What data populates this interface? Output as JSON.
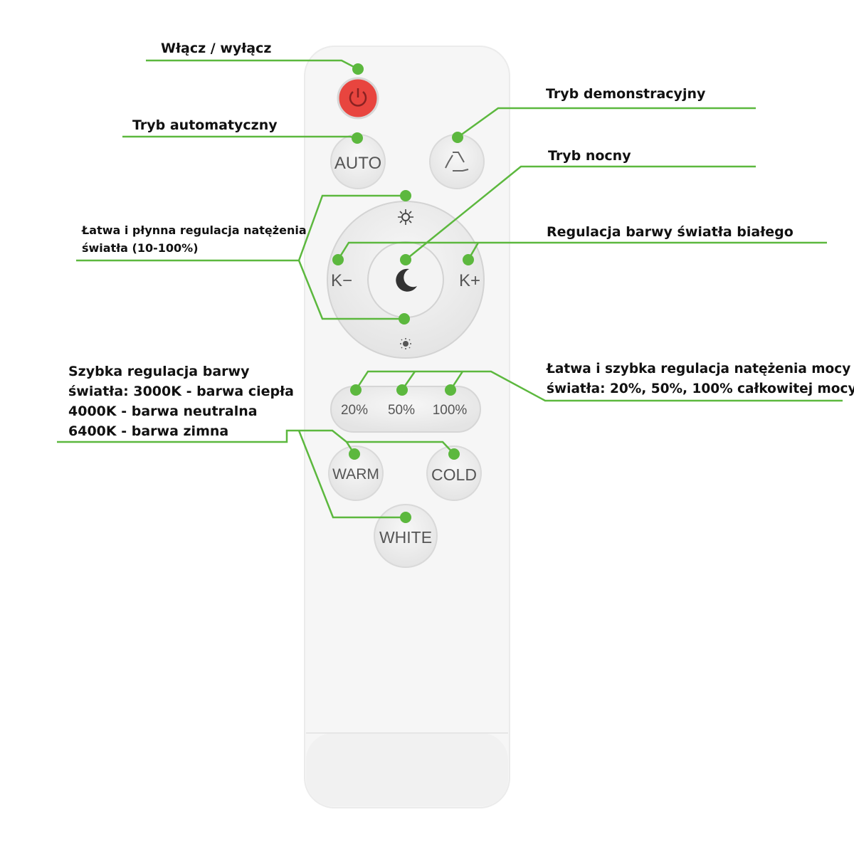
{
  "labels": {
    "power": "Włącz / wyłącz",
    "auto_mode": "Tryb automatyczny",
    "demo_mode": "Tryb demonstracyjny",
    "night_mode": "Tryb nocny",
    "white_temp": "Regulacja barwy światła białego",
    "brightness_line1": "Łatwa i płynna regulacja natężenia",
    "brightness_line2": "światła (10-100%)",
    "power_levels_line1": "Łatwa i szybka regulacja natężenia mocy",
    "power_levels_line2": "światła: 20%, 50%, 100% całkowitej mocy",
    "color_line1": "Szybka regulacja barwy",
    "color_line2": "światła: 3000K - barwa ciepła",
    "color_line3": "4000K - barwa neutralna",
    "color_line4": "6400K - barwa zimna"
  },
  "buttons": {
    "auto": "AUTO",
    "k_minus": "K−",
    "k_plus": "K+",
    "p20": "20%",
    "p50": "50%",
    "p100": "100%",
    "warm": "WARM",
    "cold": "COLD",
    "white": "WHITE"
  },
  "colors": {
    "accent": "#5cb83e",
    "power": "#e8453f"
  }
}
